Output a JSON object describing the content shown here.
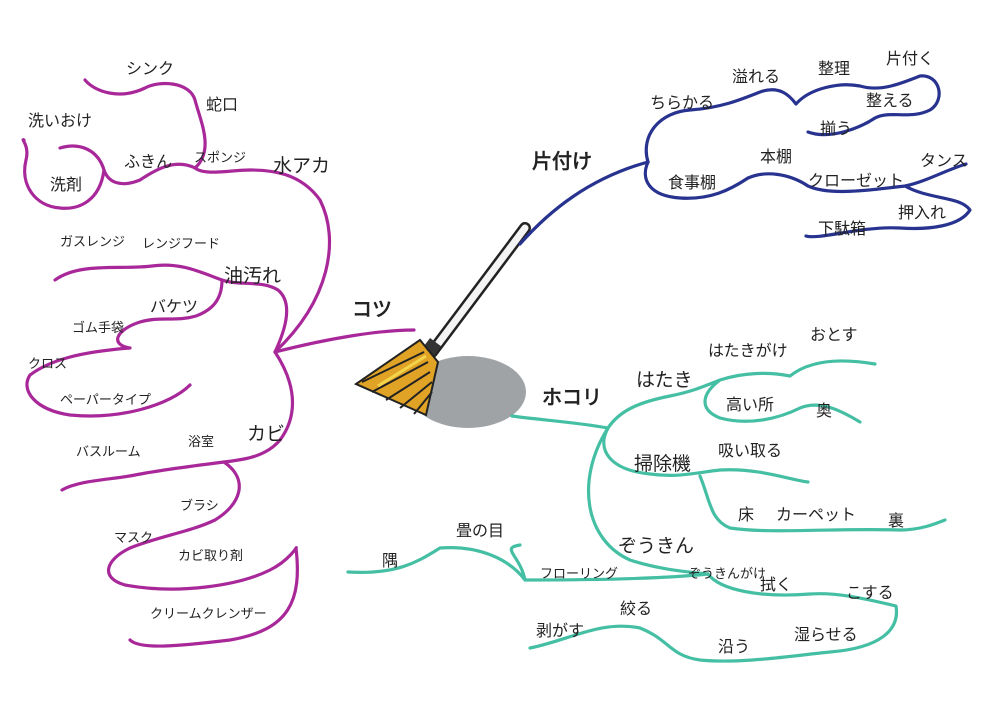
{
  "center": {
    "icon": "broom-icon"
  },
  "colors": {
    "kotsu": "#a8289a",
    "katazuke": "#27338f",
    "hokori": "#45bfa4"
  },
  "branches": {
    "kotsu": {
      "label": "コツ",
      "mizuaka": {
        "label": "水アカ",
        "items": [
          "シンク",
          "蛇口",
          "洗いおけ",
          "ふきん",
          "スポンジ",
          "洗剤"
        ]
      },
      "aburayogore": {
        "label": "油汚れ",
        "items": [
          "ガスレンジ",
          "レンジフード",
          "バケツ",
          "ゴム手袋",
          "クロス",
          "ペーパータイプ"
        ]
      },
      "kabi": {
        "label": "カビ",
        "items": [
          "バスルーム",
          "浴室",
          "ブラシ",
          "マスク",
          "カビ取り剤",
          "クリームクレンザー"
        ]
      }
    },
    "katazuke": {
      "label": "片付け",
      "items": [
        "ちらかる",
        "溢れる",
        "整理",
        "片付く",
        "整える",
        "揃う",
        "食事棚",
        "本棚",
        "クローゼット",
        "タンス",
        "押入れ",
        "下駄箱"
      ]
    },
    "hokori": {
      "label": "ホコリ",
      "hataki": {
        "label": "はたき",
        "items": [
          "はたきがけ",
          "おとす",
          "高い所",
          "奥"
        ]
      },
      "soujiki": {
        "label": "掃除機",
        "items": [
          "吸い取る",
          "床",
          "カーペット",
          "裏"
        ]
      },
      "zoukin": {
        "label": "ぞうきん",
        "items": [
          "畳の目",
          "隅",
          "フローリング",
          "ぞうきんがけ",
          "拭く",
          "こする",
          "絞る",
          "剥がす",
          "沿う",
          "湿らせる"
        ]
      }
    }
  }
}
